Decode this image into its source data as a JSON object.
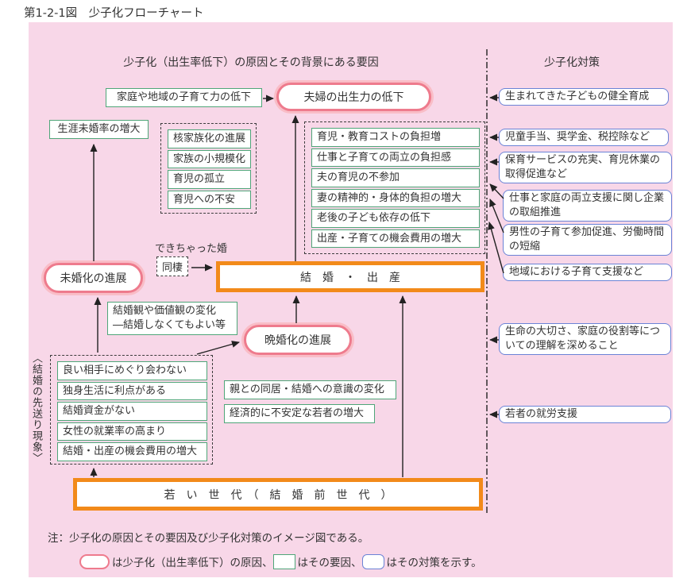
{
  "title": "第1-2-1図　少子化フローチャート",
  "headers": {
    "causes": "少子化（出生率低下）の原因とその背景にある要因",
    "measures": "少子化対策"
  },
  "causes": {
    "family_community": "家庭や地域の子育て力の低下",
    "lifetime_unmarried": "生涯未婚率の増大",
    "couple_fertility": "夫婦の出生力の低下",
    "unmarried_trend": "未婚化の進展",
    "late_marriage_trend": "晩婚化の進展",
    "shotgun_marriage": "できちゃった婚",
    "cohabitation": "同棲",
    "marriage_birth": "結　婚　・　出　産",
    "young_generation": "若　い　世　代　（　結　婚　前　世　代　）",
    "values_change_line1": "結婚観や価値観の変化",
    "values_change_line2": "―結婚しなくてもよい等",
    "parents_cohabit": "親との同居・結婚への意識の変化",
    "unstable_youth": "経済的に不安定な若者の増大",
    "postponement_label": "〈結婚の先送り現象〉"
  },
  "factor_groups": {
    "childcare_environment": [
      "核家族化の進展",
      "家族の小規模化",
      "育児の孤立",
      "育児への不安"
    ],
    "fertility_decline": [
      "育児・教育コストの負担増",
      "仕事と子育ての両立の負担感",
      "夫の育児の不参加",
      "妻の精神的・身体的負担の増大",
      "老後の子ども依存の低下",
      "出産・子育ての機会費用の増大"
    ],
    "marriage_postponement": [
      "良い相手にめぐり会わない",
      "独身生活に利点がある",
      "結婚資金がない",
      "女性の就業率の高まり",
      "結婚・出産の機会費用の増大"
    ]
  },
  "measures": [
    "生まれてきた子どもの健全育成",
    "児童手当、奨学金、税控除など",
    "保育サービスの充実、育児休業の取得促進など",
    "仕事と家庭の両立支援に関し企業の取組推進",
    "男性の子育て参加促進、労働時間の短縮",
    "地域における子育て支援など",
    "生命の大切さ、家庭の役割等についての理解を深めること",
    "若者の就労支援"
  ],
  "note": {
    "line1": "注：少子化の原因とその要因及び少子化対策のイメージ図である。",
    "legend_cause": "は少子化（出生率低下）の原因、",
    "legend_factor": "はその要因、",
    "legend_measure": "はその対策を示す。"
  },
  "colors": {
    "background_pink": "#f8d7e8",
    "cause_border_pink": "#ee7b8d",
    "factor_border_green": "#4fa679",
    "highlight_border_orange": "#f28a1a",
    "measure_border_blue": "#6b83d6"
  }
}
